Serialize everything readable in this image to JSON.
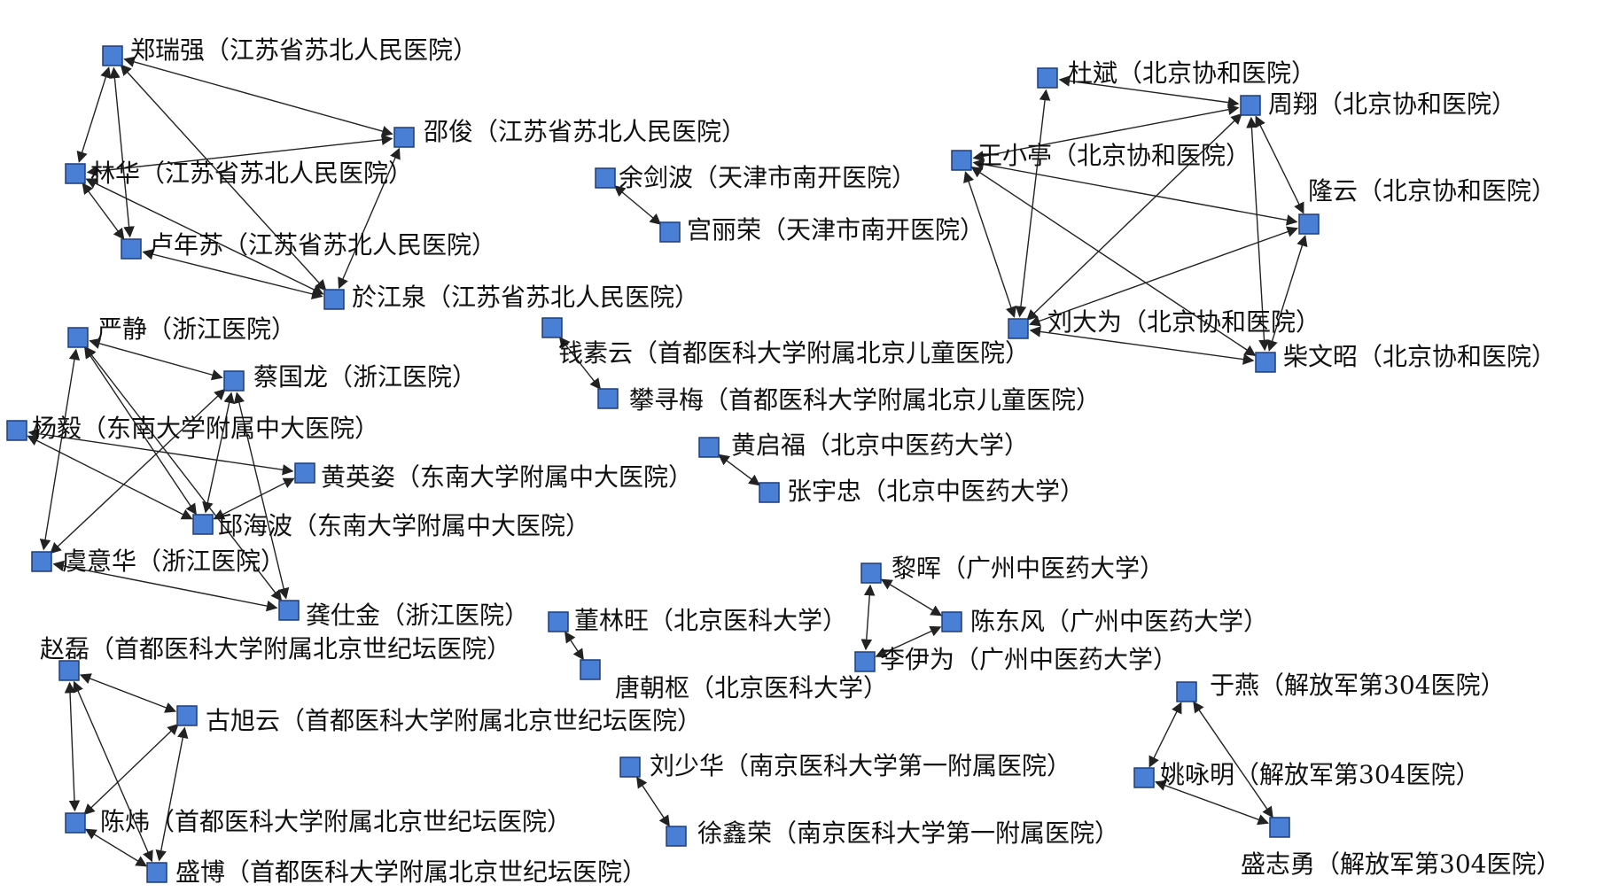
{
  "nodes": [
    {
      "id": "zheng_ruiqiang",
      "label": "郑瑞强（江苏省苏北人民医院）"
    },
    {
      "id": "shao_jun",
      "label": "邵俊（江苏省苏北人民医院）"
    },
    {
      "id": "lin_hua",
      "label": "林华（江苏省苏北人民医院）"
    },
    {
      "id": "lu_niansu",
      "label": "卢年苏（江苏省苏北人民医院）"
    },
    {
      "id": "yu_jiangquan",
      "label": "於江泉（江苏省苏北人民医院）"
    },
    {
      "id": "yu_jianbo",
      "label": "余剑波（天津市南开医院）"
    },
    {
      "id": "gong_lirong",
      "label": "宫丽荣（天津市南开医院）"
    },
    {
      "id": "qian_suyun",
      "label": "钱素云（首都医科大学附属北京儿童医院）"
    },
    {
      "id": "pan_xunmei",
      "label": "攀寻梅（首都医科大学附属北京儿童医院）"
    },
    {
      "id": "yan_jing",
      "label": "严静（浙江医院）"
    },
    {
      "id": "cai_guolong",
      "label": "蔡国龙（浙江医院）"
    },
    {
      "id": "yang_yi",
      "label": "杨毅（东南大学附属中大医院）"
    },
    {
      "id": "huang_yingzi",
      "label": "黄英姿（东南大学附属中大医院）"
    },
    {
      "id": "qiu_haibo",
      "label": "邱海波（东南大学附属中大医院）"
    },
    {
      "id": "yu_yihua",
      "label": "虞意华（浙江医院）"
    },
    {
      "id": "gong_shijin",
      "label": "龚仕金（浙江医院）"
    },
    {
      "id": "huang_qifu",
      "label": "黄启福（北京中医药大学）"
    },
    {
      "id": "zhang_yuzhong",
      "label": "张宇忠（北京中医药大学）"
    },
    {
      "id": "du_bin",
      "label": "杜斌（北京协和医院）"
    },
    {
      "id": "zhou_xiang",
      "label": "周翔（北京协和医院）"
    },
    {
      "id": "wang_xiaoting",
      "label": "王小亭（北京协和医院）"
    },
    {
      "id": "long_yun",
      "label": "隆云（北京协和医院）"
    },
    {
      "id": "liu_dawei",
      "label": "刘大为（北京协和医院）"
    },
    {
      "id": "chai_wenzhao",
      "label": "柴文昭（北京协和医院）"
    },
    {
      "id": "li_hui",
      "label": "黎晖（广州中医药大学）"
    },
    {
      "id": "chen_dongfeng",
      "label": "陈东风（广州中医药大学）"
    },
    {
      "id": "li_yiwei",
      "label": "李伊为（广州中医药大学）"
    },
    {
      "id": "dong_linwang",
      "label": "董林旺（北京医科大学）"
    },
    {
      "id": "tang_chaoshu",
      "label": "唐朝枢（北京医科大学）"
    },
    {
      "id": "zhao_lei",
      "label": "赵磊（首都医科大学附属北京世纪坛医院）"
    },
    {
      "id": "gu_xuyun",
      "label": "古旭云（首都医科大学附属北京世纪坛医院）"
    },
    {
      "id": "chen_wei",
      "label": "陈炜（首都医科大学附属北京世纪坛医院）"
    },
    {
      "id": "sheng_bo",
      "label": "盛博（首都医科大学附属北京世纪坛医院）"
    },
    {
      "id": "liu_shaohua",
      "label": "刘少华（南京医科大学第一附属医院）"
    },
    {
      "id": "xu_xinrong",
      "label": "徐鑫荣（南京医科大学第一附属医院）"
    },
    {
      "id": "yu_yan",
      "label": "于燕（解放军第304医院）"
    },
    {
      "id": "yao_yongming",
      "label": "姚咏明（解放军第304医院）"
    },
    {
      "id": "sheng_zhiyong",
      "label": "盛志勇（解放军第304医院）"
    }
  ],
  "edges": [
    {
      "from": "zheng_ruiqiang",
      "to": "shao_jun",
      "dir": "both"
    },
    {
      "from": "zheng_ruiqiang",
      "to": "lin_hua",
      "dir": "both"
    },
    {
      "from": "zheng_ruiqiang",
      "to": "lu_niansu",
      "dir": "both"
    },
    {
      "from": "zheng_ruiqiang",
      "to": "yu_jiangquan",
      "dir": "both"
    },
    {
      "from": "lin_hua",
      "to": "shao_jun",
      "dir": "both"
    },
    {
      "from": "lin_hua",
      "to": "lu_niansu",
      "dir": "both"
    },
    {
      "from": "lin_hua",
      "to": "yu_jiangquan",
      "dir": "both"
    },
    {
      "from": "lu_niansu",
      "to": "yu_jiangquan",
      "dir": "both"
    },
    {
      "from": "shao_jun",
      "to": "yu_jiangquan",
      "dir": "both"
    },
    {
      "from": "yu_jianbo",
      "to": "gong_lirong",
      "dir": "both"
    },
    {
      "from": "qian_suyun",
      "to": "pan_xunmei",
      "dir": "both"
    },
    {
      "from": "yan_jing",
      "to": "cai_guolong",
      "dir": "both"
    },
    {
      "from": "yan_jing",
      "to": "yu_yihua",
      "dir": "both"
    },
    {
      "from": "yan_jing",
      "to": "qiu_haibo",
      "dir": "both"
    },
    {
      "from": "yan_jing",
      "to": "gong_shijin",
      "dir": "both"
    },
    {
      "from": "cai_guolong",
      "to": "qiu_haibo",
      "dir": "both"
    },
    {
      "from": "cai_guolong",
      "to": "gong_shijin",
      "dir": "both"
    },
    {
      "from": "cai_guolong",
      "to": "yu_yihua",
      "dir": "both"
    },
    {
      "from": "yang_yi",
      "to": "huang_yingzi",
      "dir": "both"
    },
    {
      "from": "yang_yi",
      "to": "qiu_haibo",
      "dir": "both"
    },
    {
      "from": "huang_yingzi",
      "to": "qiu_haibo",
      "dir": "both"
    },
    {
      "from": "yu_yihua",
      "to": "gong_shijin",
      "dir": "both"
    },
    {
      "from": "huang_qifu",
      "to": "zhang_yuzhong",
      "dir": "both"
    },
    {
      "from": "du_bin",
      "to": "zhou_xiang",
      "dir": "both"
    },
    {
      "from": "du_bin",
      "to": "liu_dawei",
      "dir": "both"
    },
    {
      "from": "wang_xiaoting",
      "to": "zhou_xiang",
      "dir": "both"
    },
    {
      "from": "wang_xiaoting",
      "to": "long_yun",
      "dir": "both"
    },
    {
      "from": "wang_xiaoting",
      "to": "liu_dawei",
      "dir": "both"
    },
    {
      "from": "wang_xiaoting",
      "to": "chai_wenzhao",
      "dir": "both"
    },
    {
      "from": "zhou_xiang",
      "to": "long_yun",
      "dir": "both"
    },
    {
      "from": "zhou_xiang",
      "to": "liu_dawei",
      "dir": "both"
    },
    {
      "from": "zhou_xiang",
      "to": "chai_wenzhao",
      "dir": "both"
    },
    {
      "from": "long_yun",
      "to": "liu_dawei",
      "dir": "both"
    },
    {
      "from": "long_yun",
      "to": "chai_wenzhao",
      "dir": "both"
    },
    {
      "from": "liu_dawei",
      "to": "chai_wenzhao",
      "dir": "both"
    },
    {
      "from": "li_hui",
      "to": "chen_dongfeng",
      "dir": "both"
    },
    {
      "from": "li_hui",
      "to": "li_yiwei",
      "dir": "both"
    },
    {
      "from": "li_yiwei",
      "to": "chen_dongfeng",
      "dir": "both"
    },
    {
      "from": "dong_linwang",
      "to": "tang_chaoshu",
      "dir": "both"
    },
    {
      "from": "zhao_lei",
      "to": "gu_xuyun",
      "dir": "both"
    },
    {
      "from": "zhao_lei",
      "to": "chen_wei",
      "dir": "both"
    },
    {
      "from": "zhao_lei",
      "to": "sheng_bo",
      "dir": "both"
    },
    {
      "from": "gu_xuyun",
      "to": "chen_wei",
      "dir": "both"
    },
    {
      "from": "gu_xuyun",
      "to": "sheng_bo",
      "dir": "both"
    },
    {
      "from": "chen_wei",
      "to": "sheng_bo",
      "dir": "both"
    },
    {
      "from": "liu_shaohua",
      "to": "xu_xinrong",
      "dir": "both"
    },
    {
      "from": "yu_yan",
      "to": "yao_yongming",
      "dir": "both"
    },
    {
      "from": "yu_yan",
      "to": "sheng_zhiyong",
      "dir": "both"
    },
    {
      "from": "yao_yongming",
      "to": "sheng_zhiyong",
      "dir": "both"
    }
  ],
  "colors": {
    "node_fill": "#4a7fd6",
    "node_stroke": "#1f3c78",
    "edge": "#222222",
    "label": "#111111"
  }
}
